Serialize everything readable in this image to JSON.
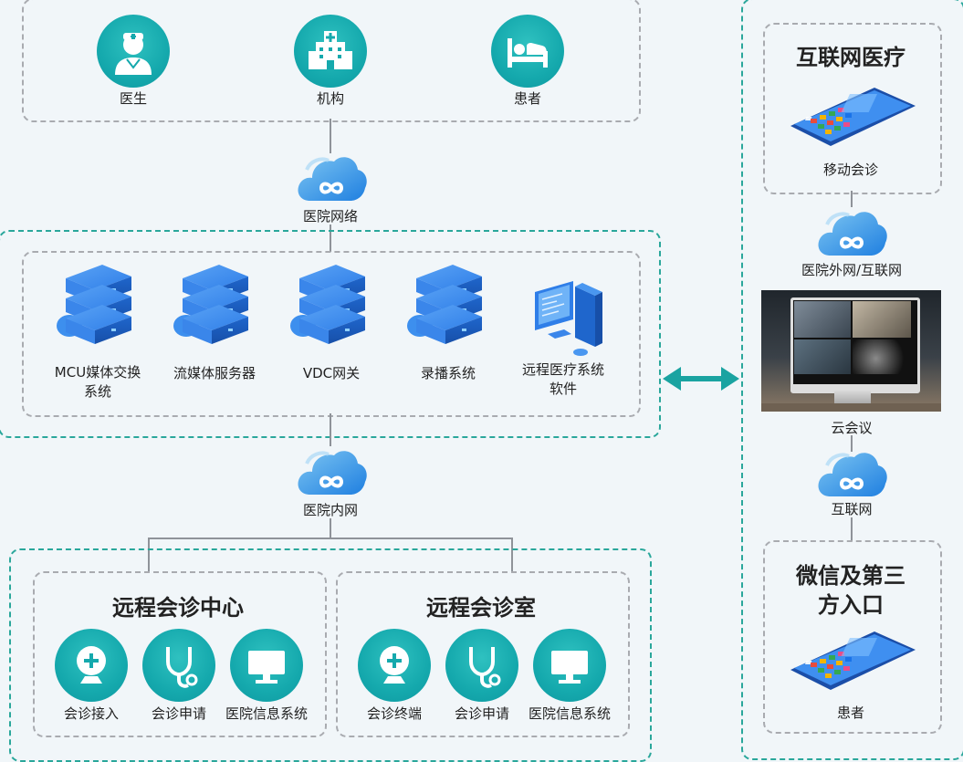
{
  "top_users": {
    "doctor": "医生",
    "institution": "机构",
    "patient": "患者"
  },
  "clouds": {
    "hospital_network": "医院网络",
    "hospital_intranet": "医院内网",
    "hospital_extranet": "医院外网/互联网",
    "internet": "互联网"
  },
  "servers": [
    {
      "label": "MCU媒体交换\n系统"
    },
    {
      "label": "流媒体服务器"
    },
    {
      "label": "VDC网关"
    },
    {
      "label": "录播系统"
    },
    {
      "label": "远程医疗系统\n软件"
    }
  ],
  "center": {
    "title": "远程会诊中心",
    "items": [
      "会诊接入",
      "会诊申请",
      "医院信息系统"
    ]
  },
  "room": {
    "title": "远程会诊室",
    "items": [
      "会诊终端",
      "会诊申请",
      "医院信息系统"
    ]
  },
  "right": {
    "internet_medical": "互联网医疗",
    "mobile_consult": "移动会诊",
    "cloud_meeting": "云会议",
    "wechat_title_1": "微信及第三",
    "wechat_title_2": "方入口",
    "patient": "患者"
  },
  "colors": {
    "teal": "#1aa9ad",
    "blue": "#2f7ee8",
    "dashed_gray": "#a9abb0",
    "dashed_teal": "#2aa79b"
  }
}
